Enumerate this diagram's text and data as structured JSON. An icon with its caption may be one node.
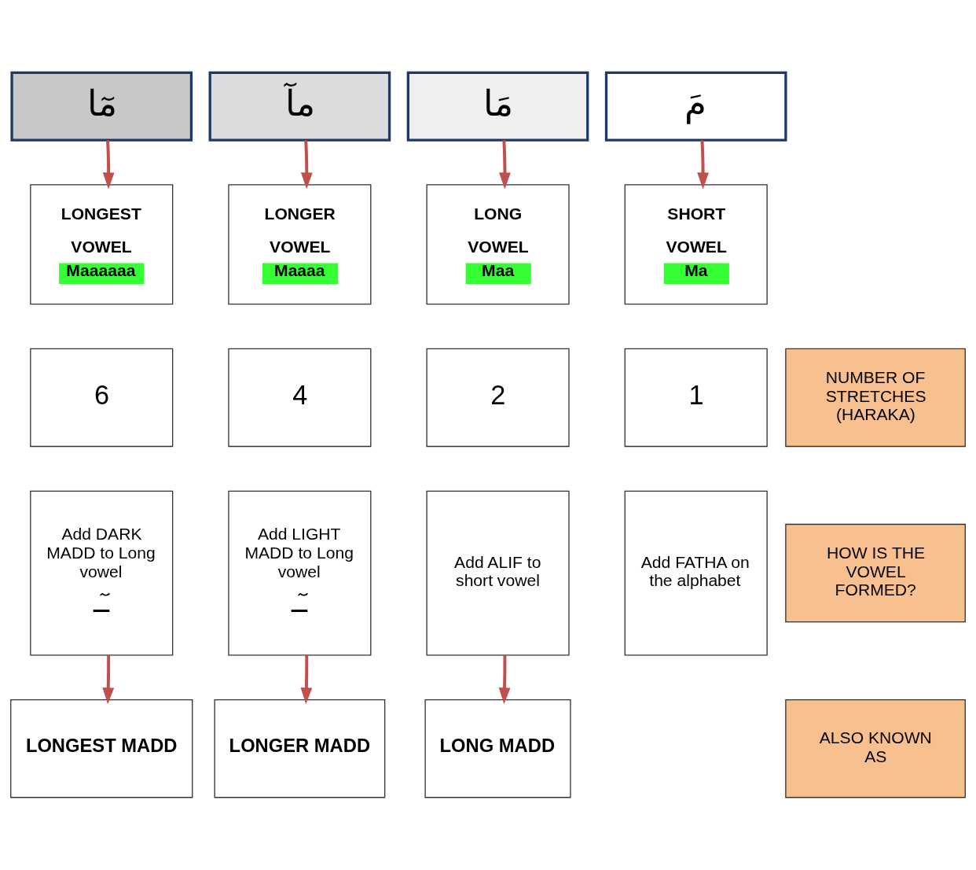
{
  "diagram": {
    "nodes": [
      {
        "text": [
          "مٓا"
        ]
      },
      {
        "text": [
          "مآ"
        ]
      },
      {
        "text": [
          "مَا"
        ]
      },
      {
        "text": [
          "مَ"
        ]
      },
      {
        "text": [
          "LONGEST VOWEL",
          "Maaaaaa"
        ]
      },
      {
        "text": [
          "LONGER VOWEL",
          "Maaaa"
        ]
      },
      {
        "text": [
          "LONG VOWEL",
          "Maa"
        ]
      },
      {
        "text": [
          "SHORT VOWEL",
          "Ma"
        ]
      },
      {
        "text": [
          "6"
        ]
      },
      {
        "text": [
          "4"
        ]
      },
      {
        "text": [
          "2"
        ]
      },
      {
        "text": [
          "1"
        ]
      },
      {
        "text": [
          "NUMBER OF STRETCHES (HARAKA)"
        ]
      },
      {
        "text": [
          "Add  DARK MADD to Long vowel",
          "ـٓـ"
        ]
      },
      {
        "text": [
          "Add LIGHT MADD to Long vowel",
          "ـٓـ"
        ]
      },
      {
        "text": [
          "Add ALIF to short vowel"
        ]
      },
      {
        "text": [
          "Add FATHA on the alphabet"
        ]
      },
      {
        "text": [
          "HOW IS THE VOWEL FORMED?"
        ]
      },
      {
        "text": [
          "LONGEST MADD"
        ]
      },
      {
        "text": [
          "LONGER MADD"
        ]
      },
      {
        "text": [
          "LONG MADD"
        ]
      },
      {
        "text": [
          "ALSO KNOWN AS"
        ]
      }
    ],
    "edges": [
      {
        "from": 0,
        "to": 4,
        "arrow": "to"
      },
      {
        "from": 1,
        "to": 5,
        "arrow": "to"
      },
      {
        "from": 2,
        "to": 6,
        "arrow": "to"
      },
      {
        "from": 3,
        "to": 7,
        "arrow": "to"
      },
      {
        "from": 13,
        "to": 18,
        "arrow": "to"
      },
      {
        "from": 14,
        "to": 19,
        "arrow": "to"
      },
      {
        "from": 15,
        "to": 20,
        "arrow": "to"
      }
    ]
  }
}
